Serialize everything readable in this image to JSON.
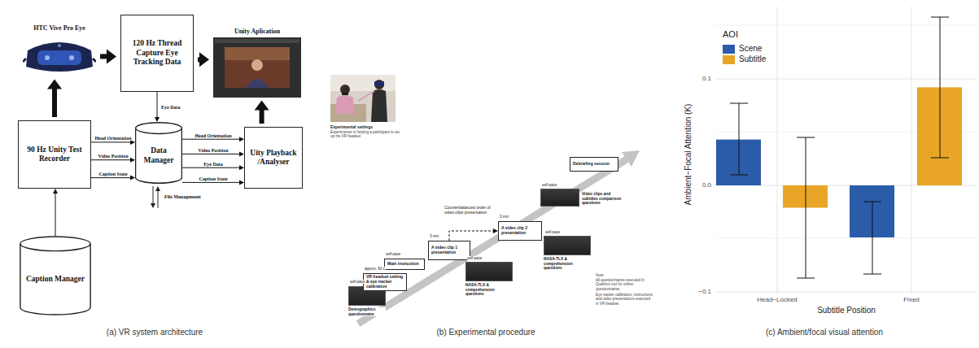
{
  "diagram": {
    "nodes": [
      {
        "text": [
          "HTC Vive Pro Eye"
        ]
      },
      {
        "text": [
          "120 Hz Thread Capture Eye Tracking Data"
        ]
      },
      {
        "text": [
          "Unity Aplication"
        ]
      },
      {
        "text": [
          "90 Hz Unity Test Recorder"
        ]
      },
      {
        "text": [
          "Data Manager"
        ]
      },
      {
        "text": [
          "Uity Playback /Analyser"
        ]
      },
      {
        "text": [
          "Caption Manager"
        ]
      },
      {
        "text": [
          "Demographics questionnaire"
        ]
      },
      {
        "text": [
          "VR headset setting & eye tracker calibration"
        ]
      },
      {
        "text": [
          "Main instruction"
        ]
      },
      {
        "text": [
          "A video clip 1 presentation"
        ]
      },
      {
        "text": [
          "NASA-TLX & comprehension questions"
        ]
      },
      {
        "text": [
          "A video clip 2 presentation"
        ]
      },
      {
        "text": [
          "NASA-TLX & comprehension questions"
        ]
      },
      {
        "text": [
          "Video clips and subtitles comparison questions"
        ]
      },
      {
        "text": [
          "Debriefing session"
        ]
      }
    ],
    "edges": [
      {
        "from": 0,
        "to": 1,
        "arrow": "to"
      },
      {
        "from": 1,
        "to": 2,
        "arrow": "to"
      },
      {
        "from": 3,
        "to": 0,
        "arrow": "to"
      },
      {
        "from": 1,
        "to": 4,
        "label": "Eye Data",
        "arrow": "to"
      },
      {
        "from": 3,
        "to": 4,
        "label": "Head Orientation",
        "arrow": "to"
      },
      {
        "from": 3,
        "to": 4,
        "label": "Video Position",
        "arrow": "to"
      },
      {
        "from": 3,
        "to": 4,
        "label": "Caption State",
        "arrow": "to"
      },
      {
        "from": 4,
        "to": 5,
        "label": "Head Orientation",
        "arrow": "to"
      },
      {
        "from": 4,
        "to": 5,
        "label": "Video Position",
        "arrow": "to"
      },
      {
        "from": 4,
        "to": 5,
        "label": "Eye Data",
        "arrow": "to"
      },
      {
        "from": 4,
        "to": 5,
        "label": "Caption State",
        "arrow": "to"
      },
      {
        "from": 5,
        "to": 2,
        "arrow": "to"
      },
      {
        "from": 6,
        "to": 3,
        "arrow": "to"
      },
      {
        "from": 10,
        "to": 12,
        "arrow": "to"
      }
    ],
    "labels": [
      "File Management",
      "Experimental settings",
      "Experimenter is helping a participant to set up the VR headset",
      "Counterbalanced order of video clips presentation",
      "self-pace",
      "approx. 60 s.",
      "self-pace",
      "3 min.",
      "self-pace",
      "3 min.",
      "self-pace",
      "self-pace",
      "Note:",
      "All questionnaires executed in Qualtrics tool for online questionnaires.",
      "Eye tracker calibration, instructions and video presentations executed in VR headset.",
      "AOI",
      "0.1",
      "0.0",
      "−0.1",
      "Head−Locked",
      "Fixed",
      "Ambient−Focal Attention (K)",
      "Subtitle Position",
      "(a) VR system architecture",
      "(b) Experimental procedure",
      "(c) Ambient/focal visual attention"
    ],
    "legend": [
      {
        "text": "Scene",
        "color": "#2a5caa"
      },
      {
        "text": "Subtitle",
        "color": "#e8a526"
      }
    ]
  }
}
